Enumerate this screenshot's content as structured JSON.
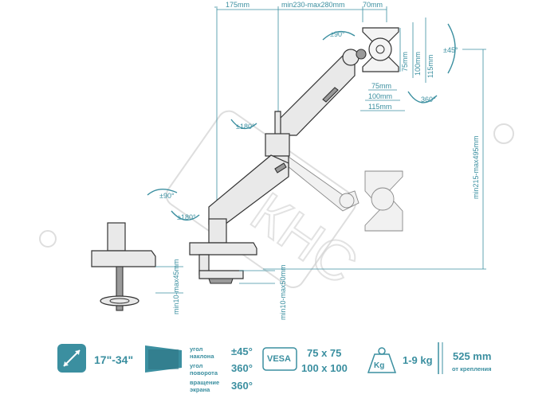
{
  "dimensions": {
    "depth_front": "175mm",
    "reach": "min230-max280mm",
    "vesa_offset": "70mm",
    "vesa_75_vertical": "75mm",
    "vesa_100_vertical": "100mm",
    "vesa_115_vertical": "115mm",
    "vesa_75_horizontal": "75mm",
    "vesa_100_horizontal": "100mm",
    "vesa_115_horizontal": "115mm",
    "height_range": "min215-max495mm",
    "clamp_range": "min10-max45mm",
    "grommet_range": "min10-max50mm"
  },
  "rotations": {
    "tilt_top": "±90°",
    "tilt_side": "±45°",
    "rotation_screen": "360°",
    "arm_swivel": "±180°",
    "base_tilt": "±90°",
    "base_swivel": "±180°"
  },
  "specs": {
    "screen_size": "17\"-34\"",
    "tilt_label": "угол наклона",
    "tilt_value": "±45°",
    "swivel_label": "угол поворота",
    "swivel_value": "360°",
    "rotation_label": "вращение экрана",
    "rotation_value": "360°",
    "vesa_badge": "VESA",
    "vesa_75": "75 x 75",
    "vesa_100": "100 x 100",
    "weight_badge": "Kg",
    "weight": "1-9 kg",
    "distance": "525 mm",
    "distance_note": "от крепления"
  },
  "watermark": "КНС",
  "colors": {
    "accent": "#3b8fa0",
    "line": "#333333"
  }
}
